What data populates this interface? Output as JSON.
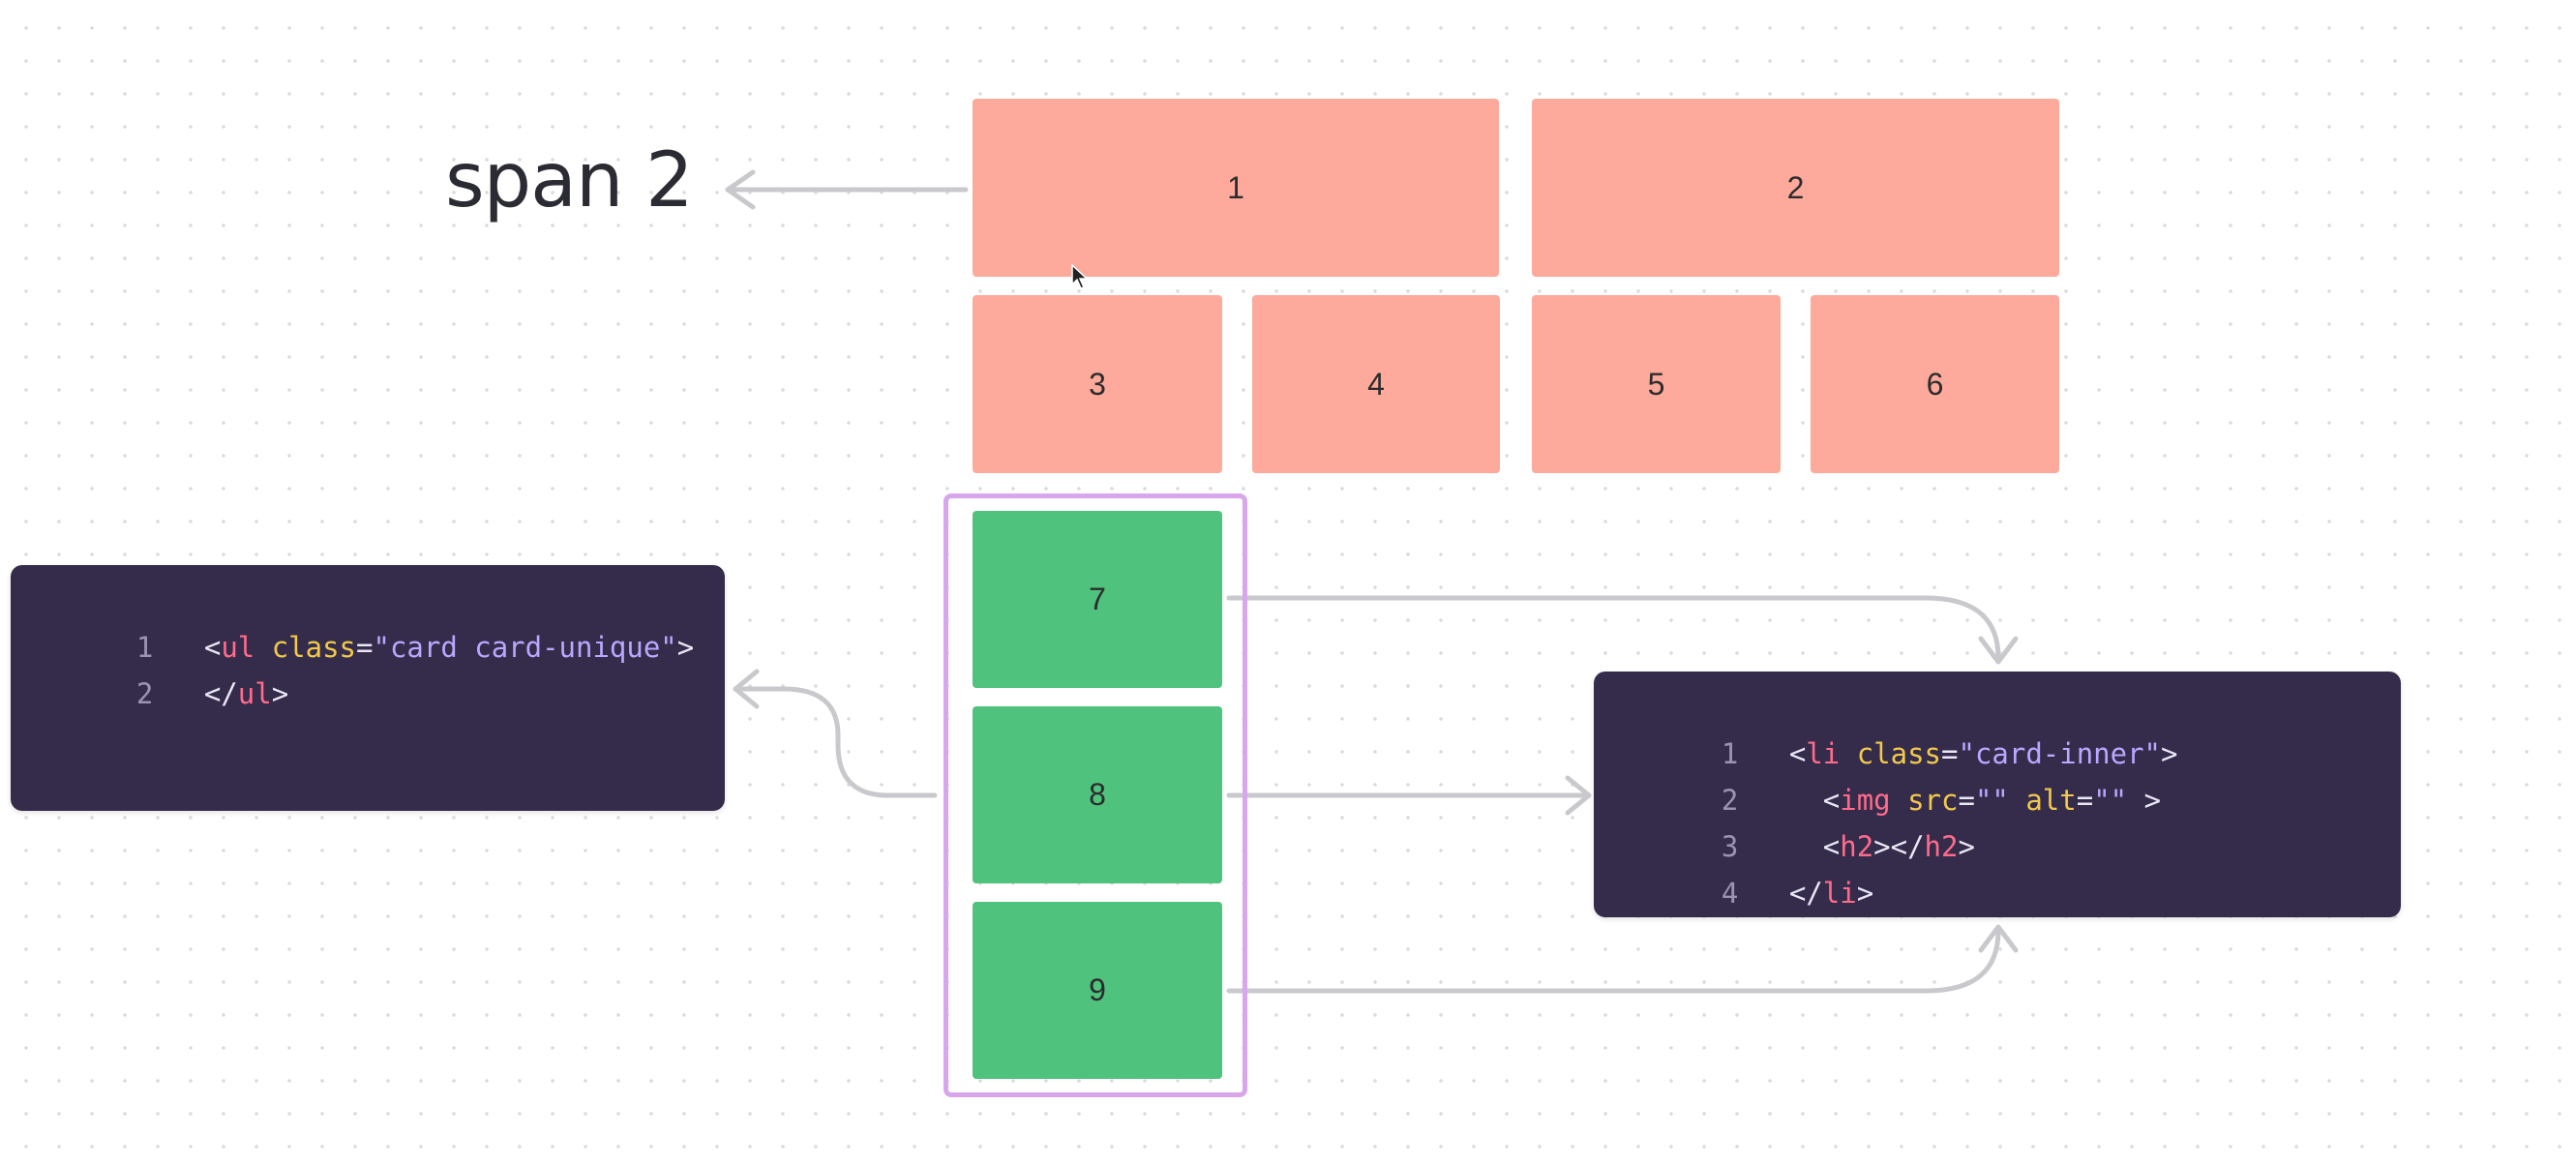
{
  "label": "span 2",
  "grid_top": [
    {
      "n": "1",
      "color": "#fdaa9c"
    },
    {
      "n": "2",
      "color": "#fdaa9c"
    },
    {
      "n": "3",
      "color": "#fdaa9c"
    },
    {
      "n": "4",
      "color": "#fdaa9c"
    },
    {
      "n": "5",
      "color": "#fdaa9c"
    },
    {
      "n": "6",
      "color": "#fdaa9c"
    }
  ],
  "grid_cards": [
    {
      "n": "7",
      "color": "#4fc27d"
    },
    {
      "n": "8",
      "color": "#4fc27d"
    },
    {
      "n": "9",
      "color": "#4fc27d"
    }
  ],
  "group_outline_color": "#d8a6ec",
  "code_left": {
    "lines": [
      {
        "no": "1",
        "text": "<ul class=\"card card-unique\">"
      },
      {
        "no": "2",
        "text": "</ul>"
      }
    ]
  },
  "code_right": {
    "lines": [
      {
        "no": "1",
        "text": "<li class=\"card-inner\">"
      },
      {
        "no": "2",
        "text": "  <img src=\"\" alt=\"\" >"
      },
      {
        "no": "3",
        "text": "  <h2></h2>"
      },
      {
        "no": "4",
        "text": "</li>"
      }
    ]
  },
  "syntax_colors": {
    "background": "#342c4a",
    "tag": "#ff6b8b",
    "attribute": "#f2c94c",
    "string": "#b9a8ff",
    "punctuation": "#e9e6f5",
    "line_number": "#9a94b2"
  },
  "connector_color": "#c9c9cd"
}
